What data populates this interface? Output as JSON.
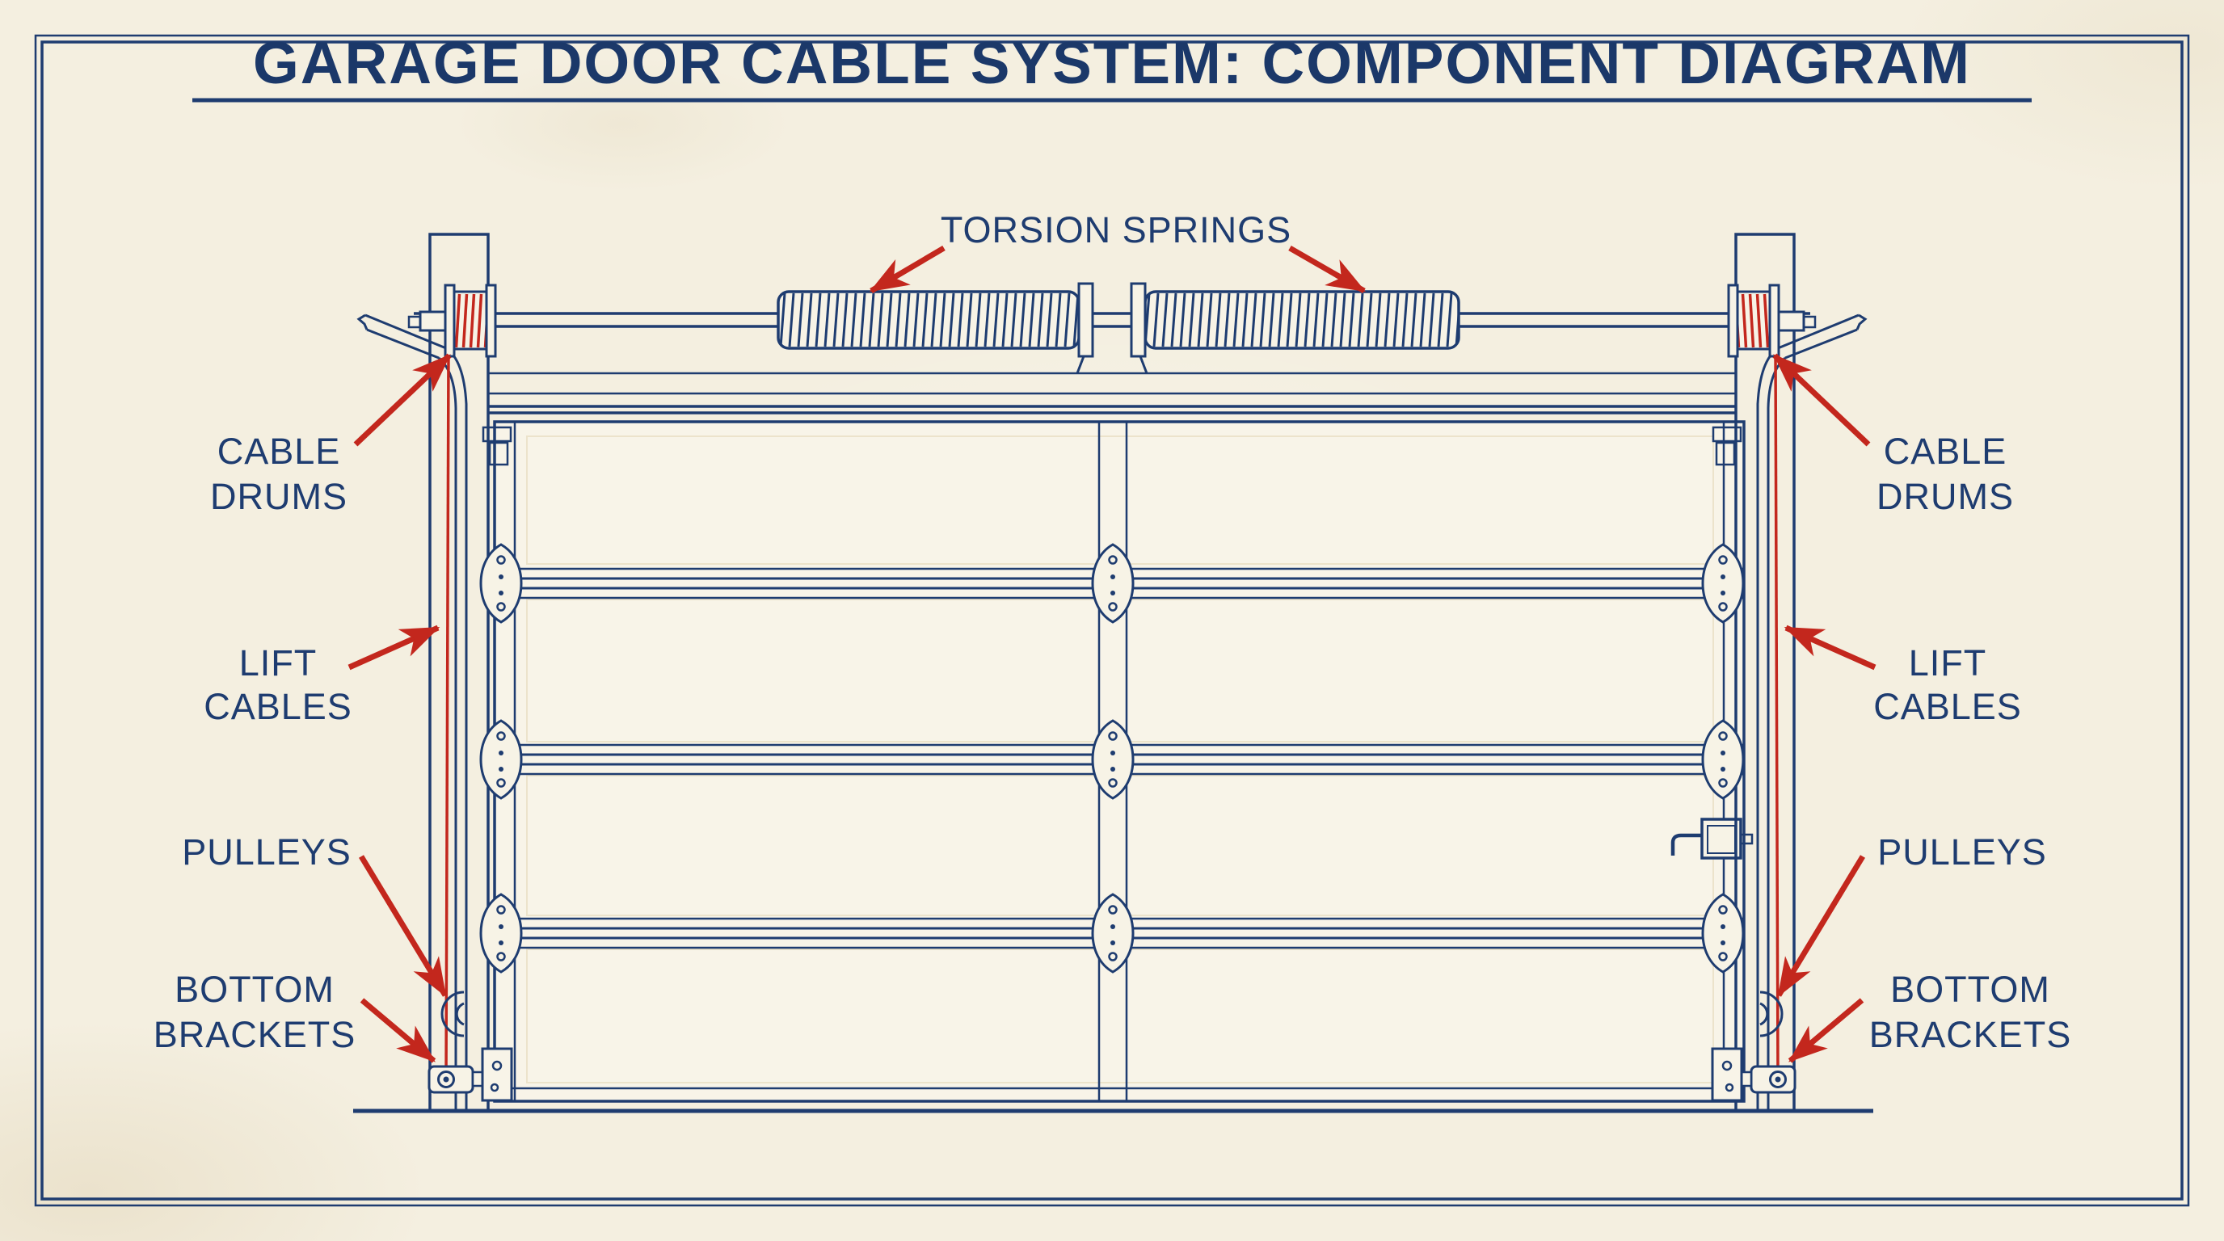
{
  "title": "GARAGE DOOR CABLE SYSTEM: COMPONENT DIAGRAM",
  "labels": {
    "torsion_springs": "TORSION SPRINGS",
    "cable_drums": {
      "line1": "CABLE",
      "line2": "DRUMS"
    },
    "lift_cables": {
      "line1": "LIFT",
      "line2": "CABLES"
    },
    "pulleys": "PULLEYS",
    "bottom_brackets": {
      "line1": "BOTTOM",
      "line2": "BRACKETS"
    }
  },
  "colors": {
    "ink": "#1e3c70",
    "arrow_red": "#c3271d",
    "paper": "#f4efe0"
  }
}
